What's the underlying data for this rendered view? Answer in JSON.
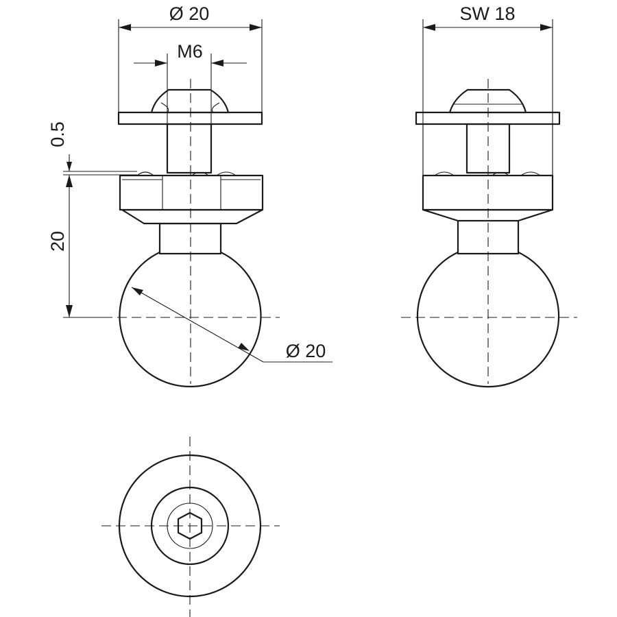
{
  "dimensions": {
    "flange_diameter": "Ø 20",
    "thread": "M6",
    "gap": "0.5",
    "height_to_ball_center": "20",
    "ball_diameter": "Ø 20",
    "wrench_size": "SW 18"
  }
}
